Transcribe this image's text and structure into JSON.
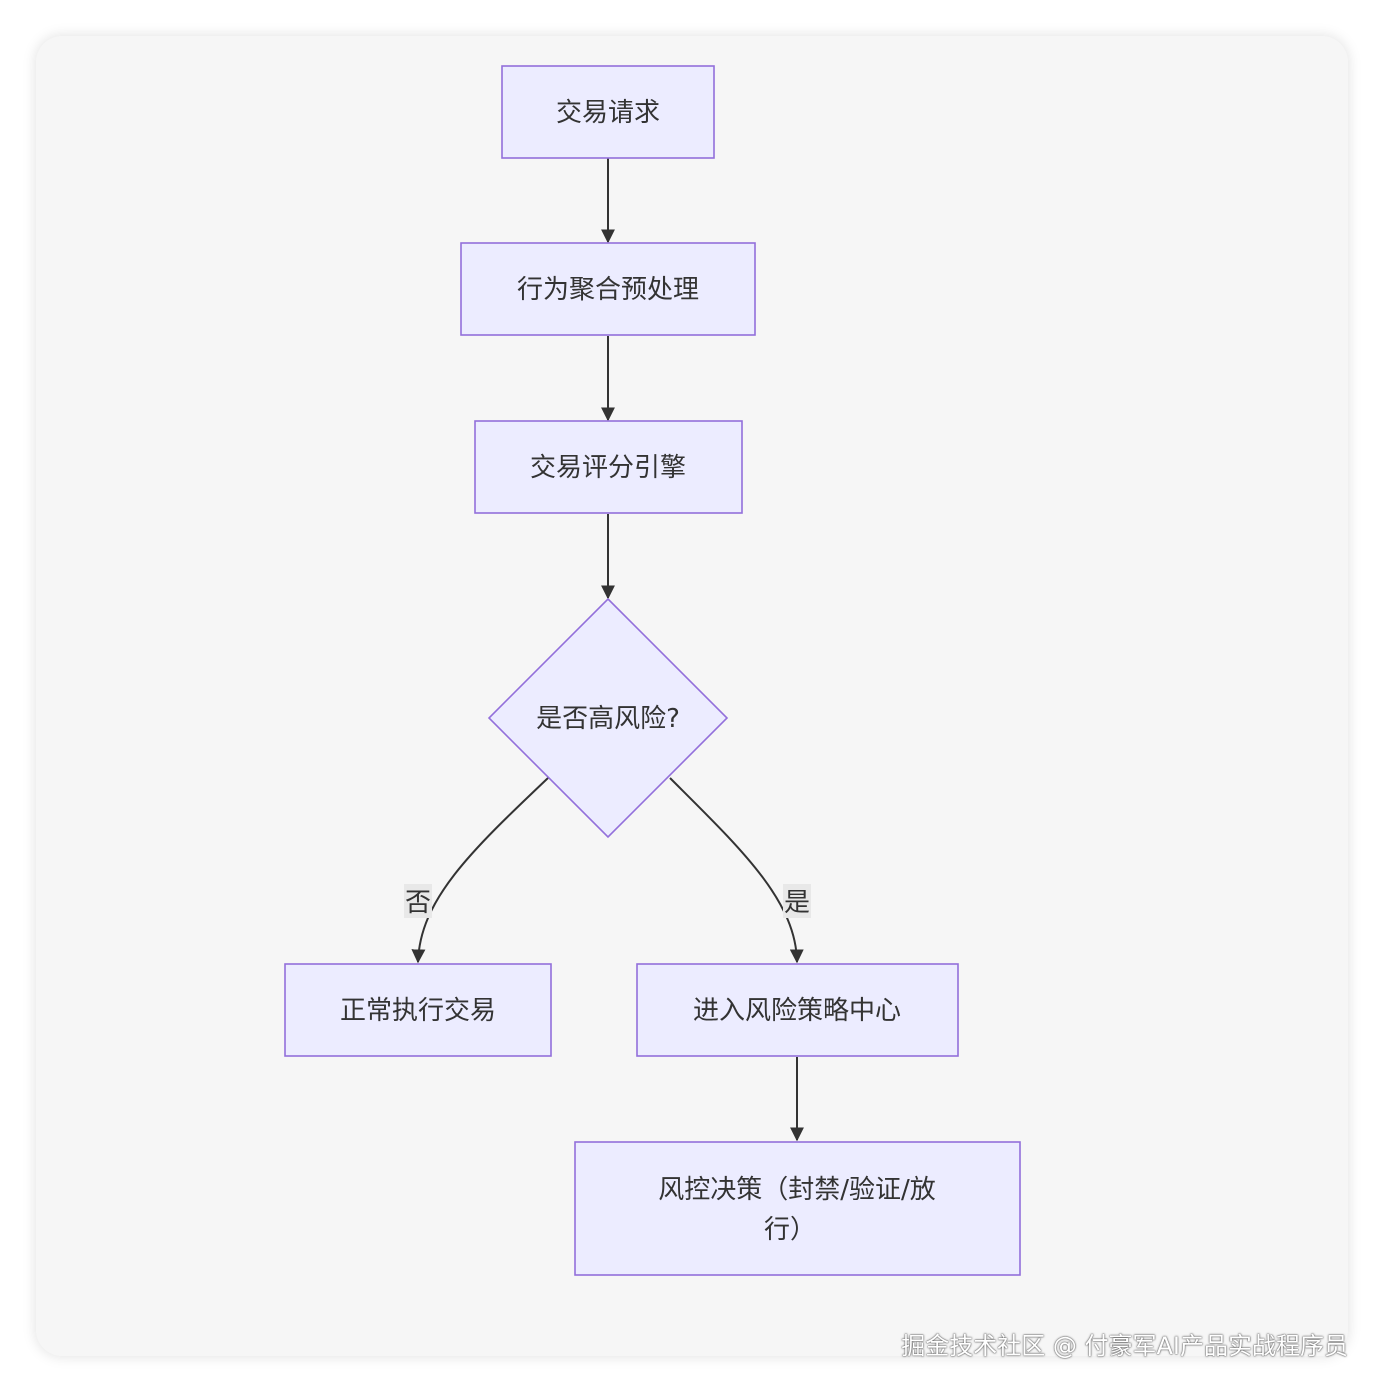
{
  "diagram": {
    "nodes": {
      "request": "交易请求",
      "preprocess": "行为聚合预处理",
      "scoring": "交易评分引擎",
      "decision": "是否高风险?",
      "normal": "正常执行交易",
      "strategy": "进入风险策略中心",
      "control_line1": "风控决策（封禁/验证/放",
      "control_line2": "行）"
    },
    "edges": {
      "no_label": "否",
      "yes_label": "是"
    },
    "colors": {
      "node_fill": "#ECECFF",
      "node_stroke": "#9370DB",
      "edge": "#333333"
    }
  },
  "watermark": "掘金技术社区 @ 付豪军AI产品实战程序员"
}
